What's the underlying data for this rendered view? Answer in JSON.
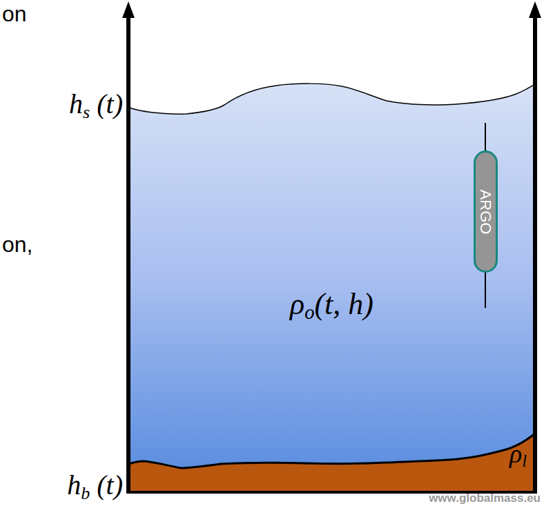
{
  "diagram": {
    "nodes": [
      {
        "text": [
          "ARGO"
        ]
      }
    ],
    "labels": [
      "on",
      "on,",
      "hs (t)",
      "ρo(t, h)",
      "ρl",
      "hb (t)",
      "www.globalmass.eu"
    ]
  }
}
